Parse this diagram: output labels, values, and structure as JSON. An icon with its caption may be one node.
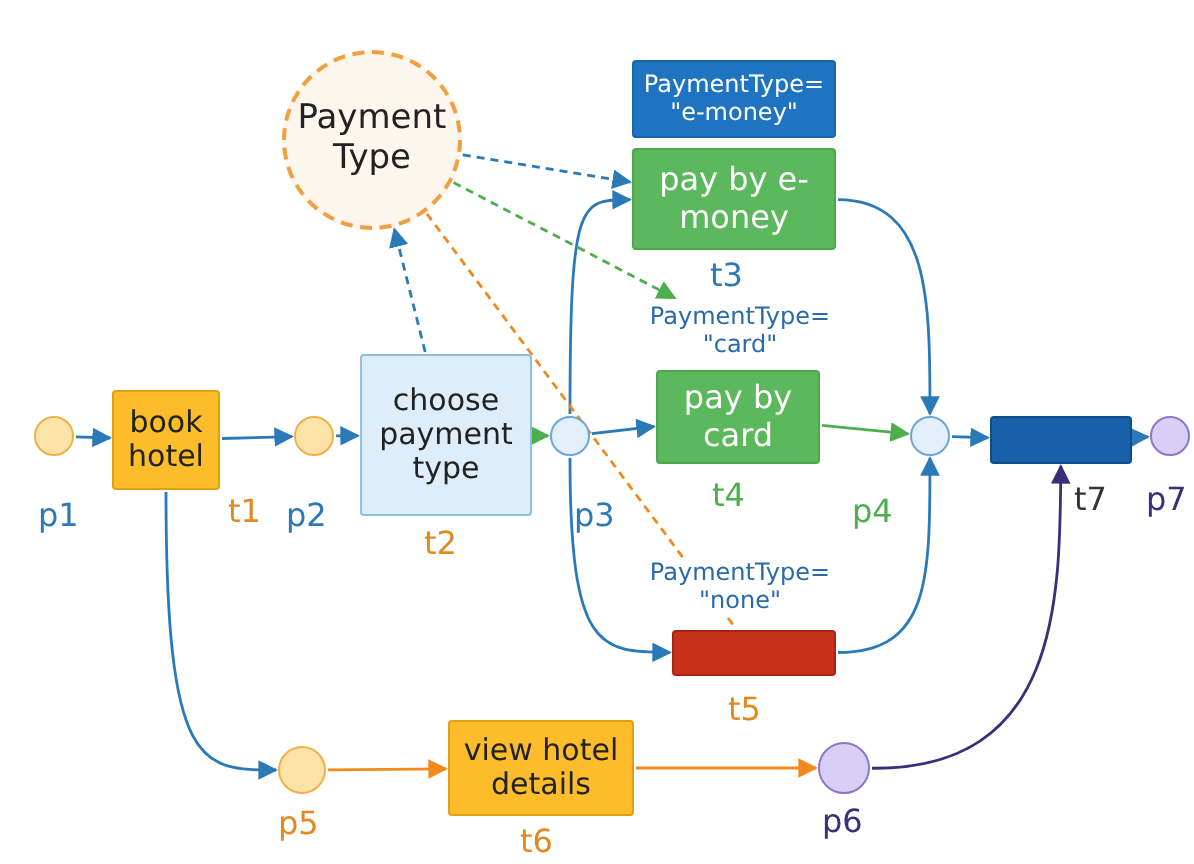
{
  "diagram": {
    "nodes": [
      {
        "text": [],
        "shape": "circle",
        "beside": [
          "p1"
        ]
      },
      {
        "text": [
          "book hotel"
        ],
        "beside": [
          "t1"
        ]
      },
      {
        "text": [],
        "shape": "circle",
        "beside": [
          "p2"
        ]
      },
      {
        "text": [
          "choose payment type"
        ],
        "beside": [
          "t2"
        ]
      },
      {
        "text": [],
        "shape": "circle",
        "beside": [
          "p3"
        ]
      },
      {
        "text": [
          "pay by e-money"
        ],
        "beside": [
          "t3"
        ]
      },
      {
        "text": [
          "PaymentType= \"e-money\""
        ]
      },
      {
        "text": [
          "pay by card"
        ],
        "beside": [
          "t4"
        ]
      },
      {
        "text": [],
        "shape": "circle",
        "beside": [
          "p4"
        ]
      },
      {
        "text": [],
        "shape": "box",
        "beside": [
          "t7"
        ]
      },
      {
        "text": [],
        "shape": "circle",
        "beside": [
          "p7"
        ]
      },
      {
        "text": [],
        "shape": "box",
        "beside": [
          "t5"
        ]
      },
      {
        "text": [],
        "shape": "circle",
        "beside": [
          "p5"
        ]
      },
      {
        "text": [
          "view hotel details"
        ],
        "beside": [
          "t6"
        ]
      },
      {
        "text": [],
        "shape": "circle",
        "beside": [
          "p6"
        ]
      },
      {
        "text": [
          "Payment Type"
        ]
      },
      {
        "text": [
          "PaymentType= \"card\""
        ]
      }
    ],
    "edges": [
      {
        "from": 0,
        "to": 1,
        "arrow": "to"
      },
      {
        "from": 1,
        "to": 2,
        "arrow": "to"
      },
      {
        "from": 2,
        "to": 3,
        "arrow": "to"
      },
      {
        "from": 3,
        "to": 4,
        "arrow": "to",
        "color": "#4cae4c"
      },
      {
        "from": 4,
        "to": 5,
        "arrow": "to"
      },
      {
        "from": 4,
        "to": 7,
        "arrow": "to"
      },
      {
        "from": 4,
        "to": 11,
        "arrow": "to"
      },
      {
        "from": 5,
        "to": 8,
        "arrow": "to"
      },
      {
        "from": 7,
        "to": 8,
        "arrow": "to",
        "color": "#4cae4c"
      },
      {
        "from": 11,
        "to": 8,
        "arrow": "to"
      },
      {
        "from": 8,
        "to": 9,
        "arrow": "to"
      },
      {
        "from": 9,
        "to": 10,
        "arrow": "to"
      },
      {
        "from": 1,
        "to": 12,
        "arrow": "to"
      },
      {
        "from": 12,
        "to": 13,
        "arrow": "to",
        "color": "#f08a1c"
      },
      {
        "from": 13,
        "to": 14,
        "arrow": "to",
        "color": "#f08a1c"
      },
      {
        "from": 14,
        "to": 9,
        "arrow": "to",
        "color": "#3a2f7a"
      },
      {
        "from": 3,
        "to": 15,
        "arrow": "to",
        "style": "dashed"
      },
      {
        "from": 15,
        "to": 5,
        "arrow": "to",
        "style": "dashed"
      },
      {
        "from": 15,
        "to": 16,
        "arrow": "to",
        "style": "dashed",
        "color": "#4cae4c"
      },
      {
        "from": 15,
        "to": 11,
        "arrow": "none",
        "style": "dashed",
        "color": "#f08a1c",
        "label": "PaymentType= \"none\""
      }
    ]
  }
}
